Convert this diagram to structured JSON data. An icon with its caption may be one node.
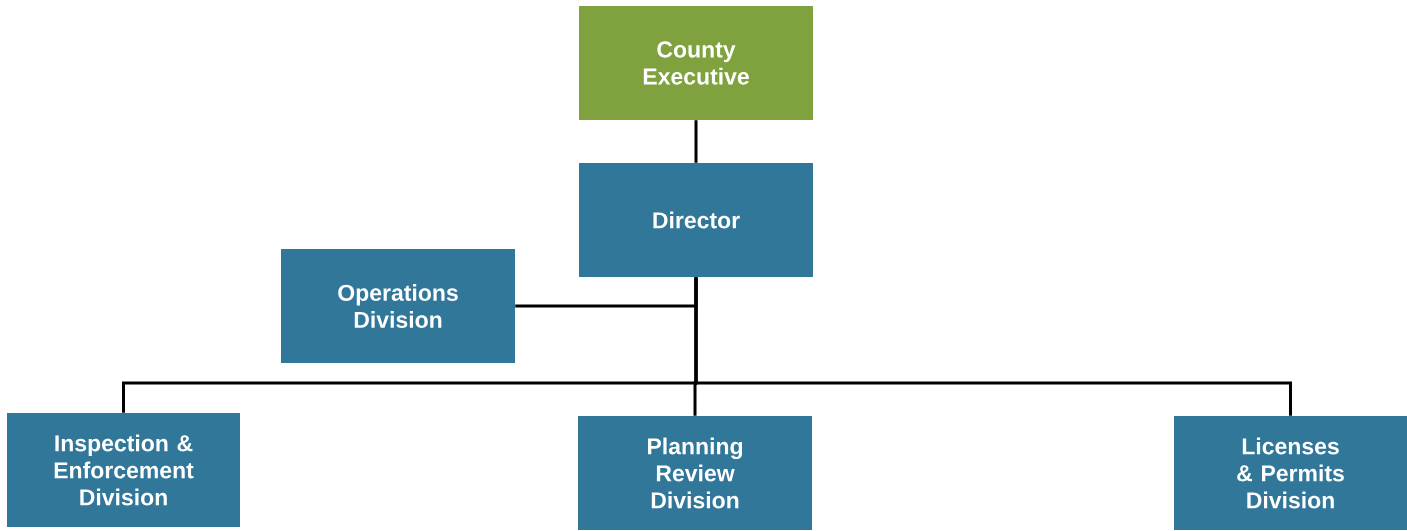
{
  "diagram": {
    "nodes": [
      {
        "text": [
          "County Executive"
        ]
      },
      {
        "text": [
          "Director"
        ]
      },
      {
        "text": [
          "Operations Division"
        ]
      },
      {
        "text": [
          "Inspection & Enforcement Division"
        ]
      },
      {
        "text": [
          "Planning Review Division"
        ]
      },
      {
        "text": [
          "Licenses & Permits Division"
        ]
      }
    ],
    "edges": [
      {
        "from": 0,
        "to": 1,
        "arrow": "none"
      },
      {
        "from": 1,
        "to": 2,
        "arrow": "none"
      },
      {
        "from": 1,
        "to": 3,
        "arrow": "none"
      },
      {
        "from": 1,
        "to": 4,
        "arrow": "none"
      },
      {
        "from": 1,
        "to": 5,
        "arrow": "none"
      }
    ]
  }
}
